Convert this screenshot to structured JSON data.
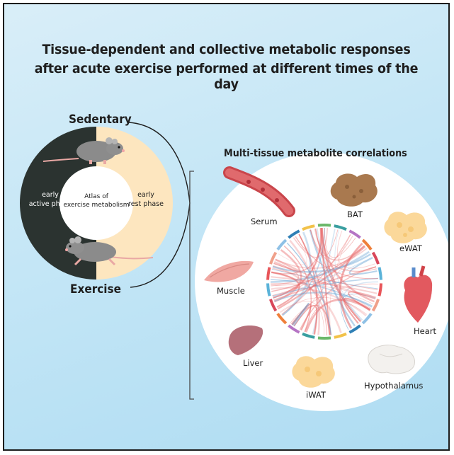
{
  "title": {
    "line1": "Tissue-dependent and collective metabolic responses",
    "line2": "after acute exercise performed at different times of the day"
  },
  "left": {
    "sedentary": "Sedentary",
    "exercise": "Exercise",
    "active_phase": [
      "early",
      "active phase"
    ],
    "rest_phase": [
      "early",
      "rest phase"
    ],
    "center": [
      "Atlas of",
      "exercise metabolism"
    ]
  },
  "right": {
    "heading": "Multi-tissue metabolite correlations",
    "tissues": {
      "serum": "Serum",
      "bat": "BAT",
      "ewat": "eWAT",
      "muscle": "Muscle",
      "heart": "Heart",
      "liver": "Liver",
      "iwat": "iWAT",
      "hypothalamus": "Hypothalamus"
    }
  },
  "colors": {
    "dark_phase": "#2b3330",
    "light_phase": "#fde6bf",
    "positive_correlation": "#e8696a",
    "negative_correlation": "#6fa8d6"
  },
  "icons": [
    "mouse-sedentary-icon",
    "mouse-running-icon",
    "serum-vessel-icon",
    "bat-tissue-icon",
    "ewat-tissue-icon",
    "muscle-tissue-icon",
    "heart-icon",
    "liver-icon",
    "iwat-tissue-icon",
    "brain-icon"
  ]
}
